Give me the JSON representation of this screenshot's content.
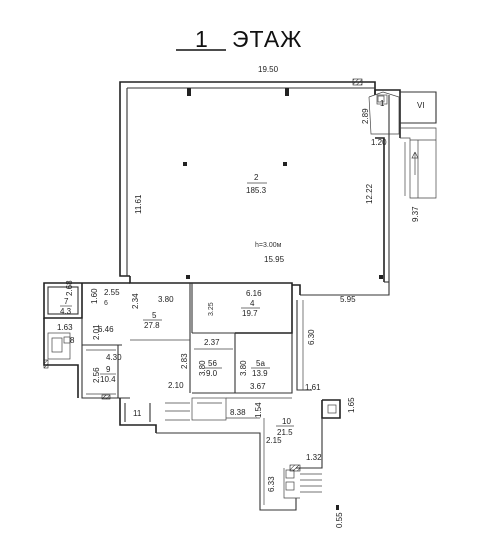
{
  "title": {
    "number": "1",
    "label": "ЭТАЖ"
  },
  "dimensions": {
    "top_width": "19.50",
    "main_left": "11.61",
    "main_right": "12.22",
    "main_bottom": "15.95",
    "height": "h=3.00м",
    "right_wing": "9.37",
    "bay_height": "2.89",
    "bay_width": "1.20",
    "ledge": "5.95",
    "r4_width": "6.16",
    "r4_depth": "3.25",
    "r5_top": "3.80",
    "r5_side": "2.34",
    "r5_width": "6.46",
    "r5_inner": "2.83",
    "r5_bottom": "2.10",
    "r56_width": "2.37",
    "r56_depth": "3.80",
    "r5a_depth": "3.80",
    "r5a_width": "3.67",
    "side_630": "6.30",
    "r7_height": "2.68",
    "r6_width": "2.55",
    "r6_depth": "1.60",
    "wc_width": "1.63",
    "corridor": "2.01",
    "r9_width": "4.30",
    "r9_depth": "2.56",
    "passage": "8.38",
    "stair_gap": "1.54",
    "r10_width": "1.61",
    "r10_depth": "1.65",
    "r10_stair": "1.32",
    "stair_width": "2.15",
    "lower_depth": "6.33",
    "bottom_gap": "0.55"
  },
  "rooms": {
    "r1": {
      "num": "1"
    },
    "r2": {
      "num": "2",
      "area": "185.3"
    },
    "r4": {
      "num": "4",
      "area": "19.7"
    },
    "r5": {
      "num": "5",
      "area": "27.8"
    },
    "r56": {
      "num": "56",
      "area": "9.0"
    },
    "r5a": {
      "num": "5а",
      "area": "13.9"
    },
    "r6": {
      "num": "6"
    },
    "r7": {
      "num": "7",
      "area": "4.3"
    },
    "r8": {
      "num": "8"
    },
    "r9": {
      "num": "9",
      "area": "10.4"
    },
    "r10": {
      "num": "10",
      "area": "21.5"
    },
    "r11": {
      "num": "11"
    },
    "rVI": {
      "num": "VI"
    }
  }
}
